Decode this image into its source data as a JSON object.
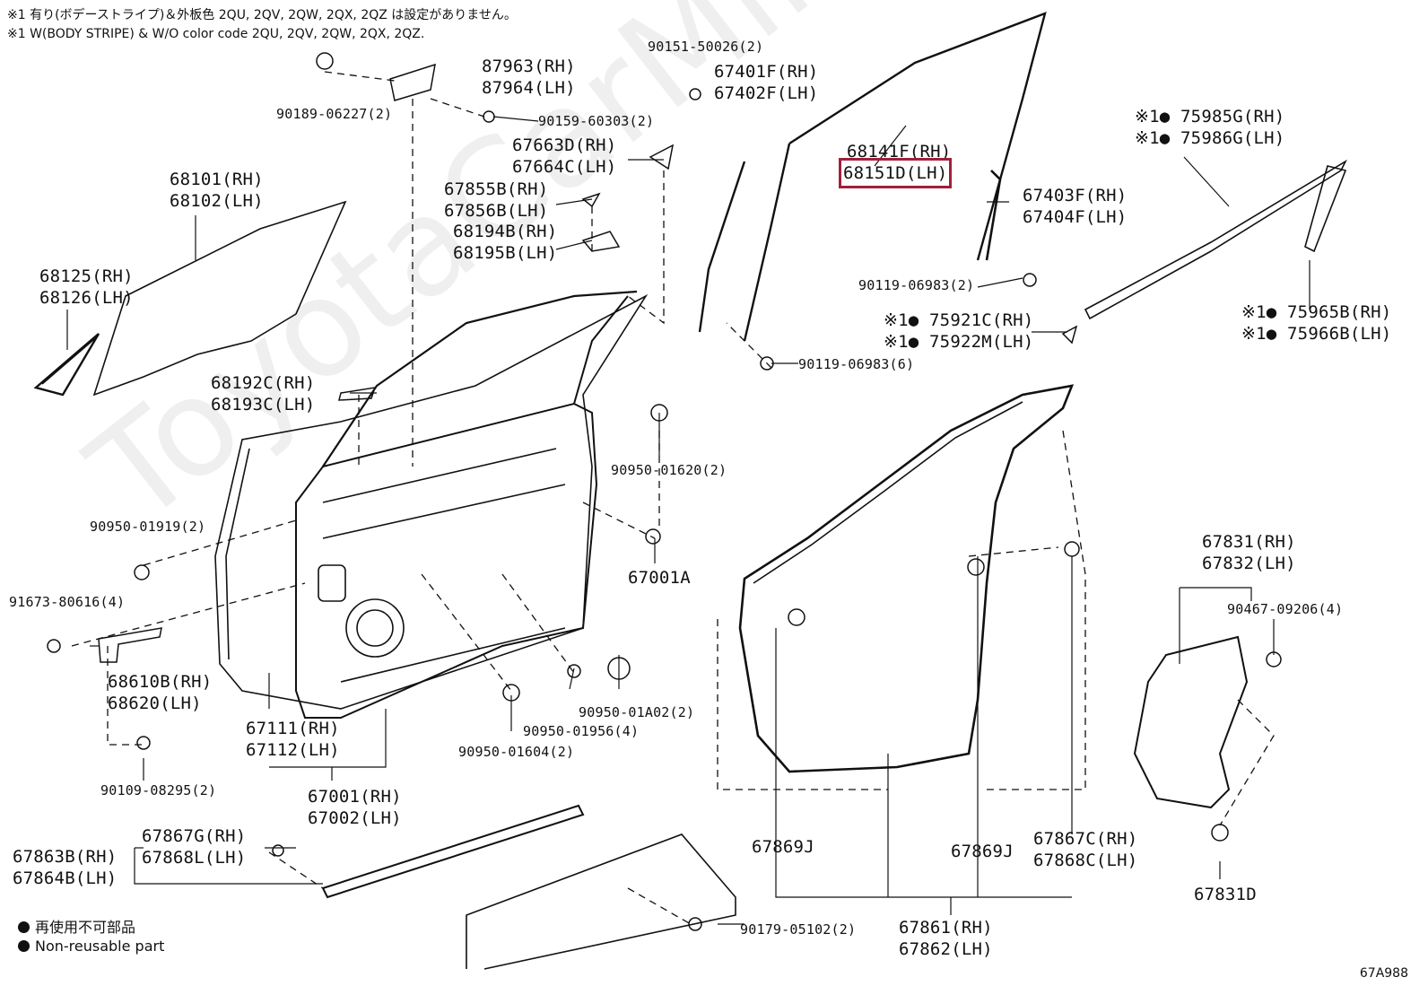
{
  "notes": {
    "jp": "※1 有り(ボデーストライプ)＆外板色 2QU, 2QV, 2QW, 2QX, 2QZ は設定がありません。",
    "en": "※1 W(BODY STRIPE) & W/O color code 2QU, 2QV, 2QW, 2QX, 2QZ."
  },
  "parts": {
    "p87963": "87963(RH)",
    "p87964": "87964(LH)",
    "p90189": "90189-06227(2)",
    "p90159": "90159-60303(2)",
    "p90151": "90151-50026(2)",
    "p67401": "67401F(RH)",
    "p67402": "67402F(LH)",
    "p68141": "68141F(RH)",
    "p68151": "68151D(LH)",
    "p67663": "67663D(RH)",
    "p67664": "67664C(LH)",
    "p67855": "67855B(RH)",
    "p67856": "67856B(LH)",
    "p68194": "68194B(RH)",
    "p68195": "68195B(LH)",
    "p68101": "68101(RH)",
    "p68102": "68102(LH)",
    "p68125": "68125(RH)",
    "p68126": "68126(LH)",
    "p67403": "67403F(RH)",
    "p67404": "67404F(LH)",
    "p90119a": "90119-06983(2)",
    "p90119b": "90119-06983(6)",
    "p75985": "※1● 75985G(RH)",
    "p75986": "※1● 75986G(LH)",
    "p75921": "※1● 75921C(RH)",
    "p75922": "※1● 75922M(LH)",
    "p75965": "※1● 75965B(RH)",
    "p75966": "※1● 75966B(LH)",
    "p68192": "68192C(RH)",
    "p68193": "68193C(LH)",
    "p90950_01620": "90950-01620(2)",
    "p90950_01919": "90950-01919(2)",
    "p67001A": "67001A",
    "p91673": "91673-80616(4)",
    "p68610": "68610B(RH)",
    "p68620": "68620(LH)",
    "p67831": "67831(RH)",
    "p67832": "67832(LH)",
    "p90467": "90467-09206(4)",
    "p90950_01A02": "90950-01A02(2)",
    "p90950_01956": "90950-01956(4)",
    "p90950_01604": "90950-01604(2)",
    "p67111": "67111(RH)",
    "p67112": "67112(LH)",
    "p67001": "67001(RH)",
    "p67002": "67002(LH)",
    "p90109": "90109-08295(2)",
    "p67867G": "67867G(RH)",
    "p67868L": "67868L(LH)",
    "p67863": "67863B(RH)",
    "p67864": "67864B(LH)",
    "p67869J_a": "67869J",
    "p67869J_b": "67869J",
    "p67867C": "67867C(RH)",
    "p67868C": "67868C(LH)",
    "p67831D": "67831D",
    "p90179": "90179-05102(2)",
    "p67861": "67861(RH)",
    "p67862": "67862(LH)"
  },
  "legend": {
    "jp": "再使用不可部品",
    "en": "Non-reusable part"
  },
  "diagram_code": "67A988",
  "watermark": "ToyotaCarMile.ru",
  "highlight_color": "#a0203c"
}
